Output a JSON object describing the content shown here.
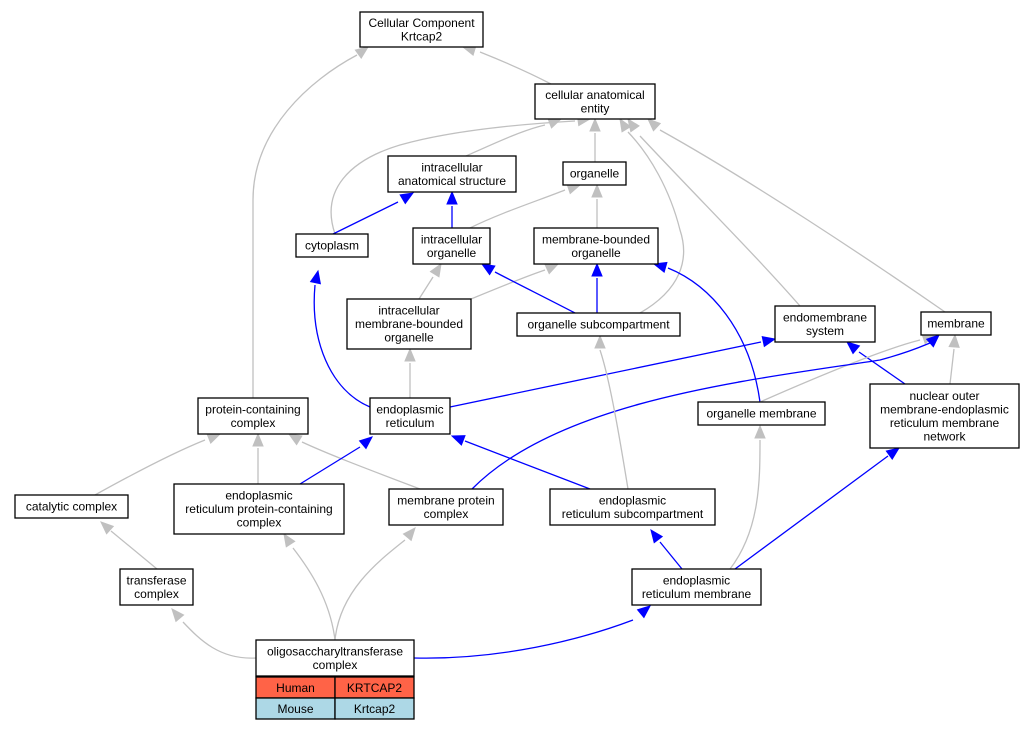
{
  "colors": {
    "is_a_edge": "#c0c0c0",
    "part_of_edge": "#0000ff",
    "human_row": "#ff6347",
    "mouse_row": "#add8e6"
  },
  "nodes": {
    "cellular_component": [
      "Cellular Component",
      "Krtcap2"
    ],
    "cellular_anatomical_entity": [
      "cellular anatomical",
      "entity"
    ],
    "intracellular_anatomical_structure": [
      "intracellular",
      "anatomical structure"
    ],
    "organelle": [
      "organelle"
    ],
    "cytoplasm": [
      "cytoplasm"
    ],
    "intracellular_organelle": [
      "intracellular",
      "organelle"
    ],
    "membrane_bounded_organelle": [
      "membrane-bounded",
      "organelle"
    ],
    "intracellular_membrane_bounded_organelle": [
      "intracellular",
      "membrane-bounded",
      "organelle"
    ],
    "organelle_subcompartment": [
      "organelle subcompartment"
    ],
    "endomembrane_system": [
      "endomembrane",
      "system"
    ],
    "membrane": [
      "membrane"
    ],
    "protein_containing_complex": [
      "protein-containing",
      "complex"
    ],
    "endoplasmic_reticulum": [
      "endoplasmic",
      "reticulum"
    ],
    "organelle_membrane": [
      "organelle membrane"
    ],
    "nuclear_outer_membrane_er_network": [
      "nuclear outer",
      "membrane-endoplasmic",
      "reticulum membrane",
      "network"
    ],
    "catalytic_complex": [
      "catalytic complex"
    ],
    "er_protein_containing_complex": [
      "endoplasmic",
      "reticulum protein-containing",
      "complex"
    ],
    "membrane_protein_complex": [
      "membrane protein",
      "complex"
    ],
    "er_subcompartment": [
      "endoplasmic",
      "reticulum subcompartment"
    ],
    "transferase_complex": [
      "transferase",
      "complex"
    ],
    "er_membrane": [
      "endoplasmic",
      "reticulum membrane"
    ],
    "ost_complex": [
      "oligosaccharyltransferase",
      "complex"
    ]
  },
  "gene_table": [
    {
      "species": "Human",
      "gene": "KRTCAP2"
    },
    {
      "species": "Mouse",
      "gene": "Krtcap2"
    }
  ]
}
